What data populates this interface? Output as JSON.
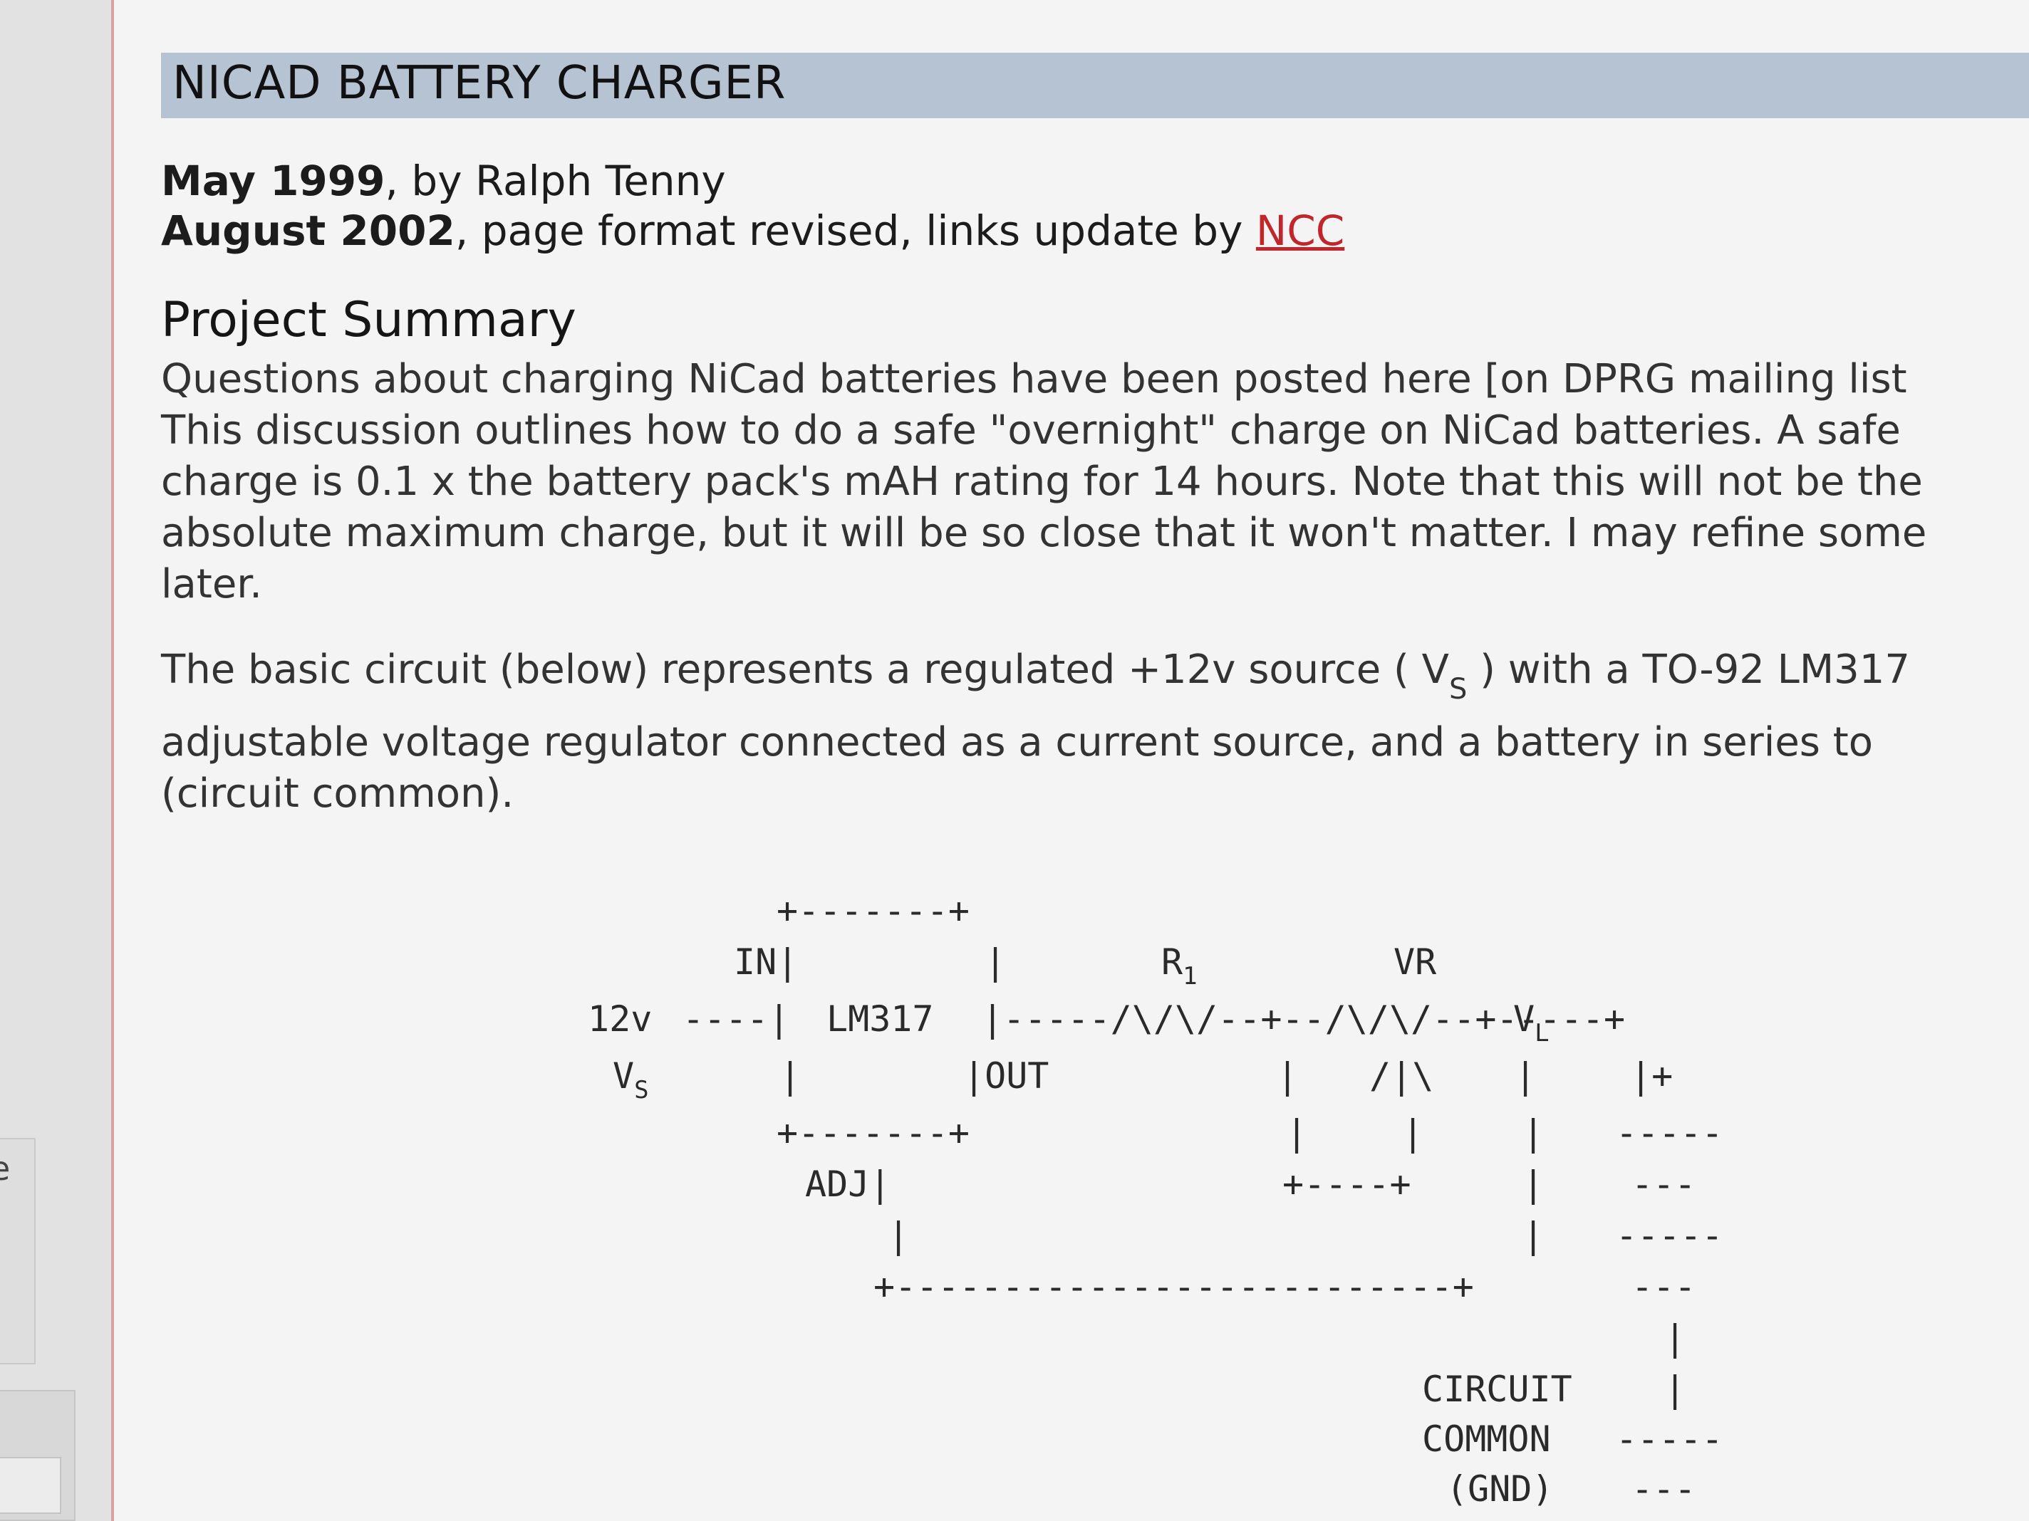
{
  "article": {
    "title": "NICAD BATTERY CHARGER",
    "credits": [
      {
        "date": "May 1999",
        "text": ", by Ralph Tenny"
      },
      {
        "date": "August 2002",
        "text": ", page format revised, links update by ",
        "link": "NCC"
      }
    ],
    "section_heading": "Project Summary",
    "summary_lines": [
      "Questions about charging NiCad batteries have been posted here [on DPRG mailing list",
      "This discussion outlines how to do a safe \"overnight\" charge on NiCad batteries. A safe",
      "charge is 0.1 x the battery pack's mAH rating for 14 hours. Note that this will not be the",
      "absolute maximum charge, but it will be so close that it won't matter. I may refine some",
      "later."
    ],
    "basic_lines": {
      "line1_pre": "The basic circuit (below) represents a regulated +12v source ( V",
      "line1_sub": "S",
      "line1_post": " ) with a TO-92 LM317",
      "line2": "adjustable voltage regulator connected as a current source, and a battery in series to",
      "line3": "(circuit common)."
    }
  },
  "schematic": {
    "top_edge": "+-------+",
    "in_label": "IN|",
    "pipe": "|",
    "r1_label": "R",
    "r1_sub": "1",
    "vr_label": "VR",
    "vs_value": "12v",
    "main_wire_left": "----|",
    "regulator": "LM317",
    "main_wire_right": "|-----/\\/\\/--+--/\\/\\/--+-----+",
    "vl_label": "V",
    "vl_sub": "L",
    "vs_label": "V",
    "vs_sub": "S",
    "out_label": "|OUT",
    "wiper": "/|\\",
    "plus_terminal": "|+",
    "bottom_edge": "+-------+",
    "adj_label": "ADJ|",
    "loop_line": "+----+",
    "ground_line": "+--------------------------+",
    "cell_long": "-----",
    "cell_short": "---",
    "circuit_label": "CIRCUIT",
    "common_label": "COMMON",
    "gnd_label": "(GND)"
  },
  "sidebar": {
    "tab_glyph": "e"
  }
}
